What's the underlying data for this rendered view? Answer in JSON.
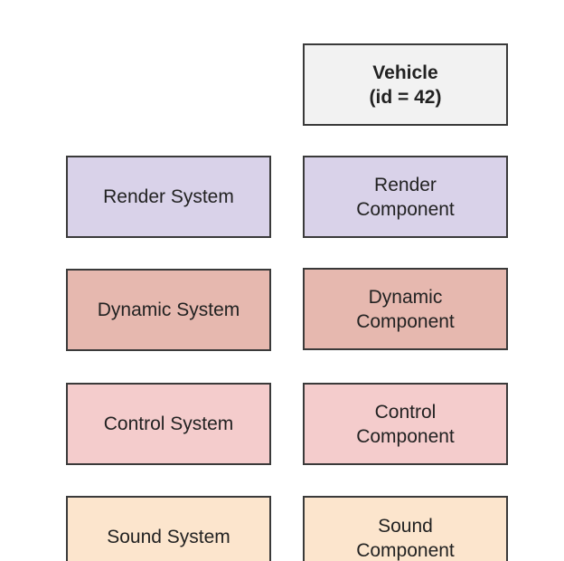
{
  "entity": {
    "line1": "Vehicle",
    "line2": "(id = 42)",
    "color": "#f2f2f2"
  },
  "systems": [
    {
      "label": "Render System",
      "color": "#d9d2e9"
    },
    {
      "label": "Dynamic System",
      "color": "#e6b8af"
    },
    {
      "label": "Control System",
      "color": "#f4cccc"
    },
    {
      "label": "Sound System",
      "color": "#fce5cd"
    }
  ],
  "components": [
    {
      "line1": "Render",
      "line2": "Component",
      "color": "#d9d2e9"
    },
    {
      "line1": "Dynamic",
      "line2": "Component",
      "color": "#e6b8af"
    },
    {
      "line1": "Control",
      "line2": "Component",
      "color": "#f4cccc"
    },
    {
      "line1": "Sound",
      "line2": "Component",
      "color": "#fce5cd"
    }
  ]
}
